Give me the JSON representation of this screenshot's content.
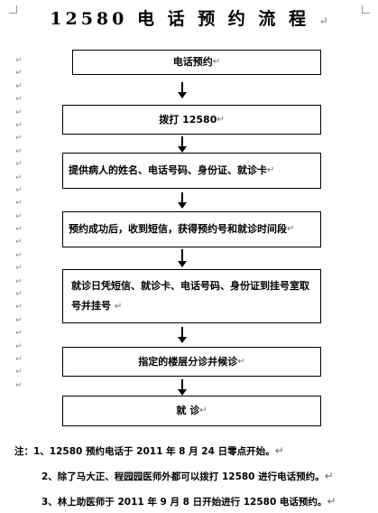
{
  "title": "12580 电 话 预 约 流 程",
  "para_mark": "↵",
  "margin_mark": "↵",
  "steps": [
    "电话预约",
    "拨打 12580",
    "提供病人的姓名、电话号码、身份证、就诊卡",
    "预约成功后，收到短信，获得预约号和就诊时间段",
    "就诊日凭短信、就诊卡、电话号码、身份证到挂号室取号并挂号",
    "指定的楼层分诊并候诊",
    "就 诊"
  ],
  "notes": {
    "prefix": "注：",
    "items": [
      "1、12580 预约电话于 2011 年 8 月 24 日零点开始。",
      "2、除了马大正、程园园医师外都可以拨打 12580 进行电话预约。",
      "3、林上助医师于 2011 年 9 月 8 日开始进行 12580 电话预约。"
    ]
  }
}
